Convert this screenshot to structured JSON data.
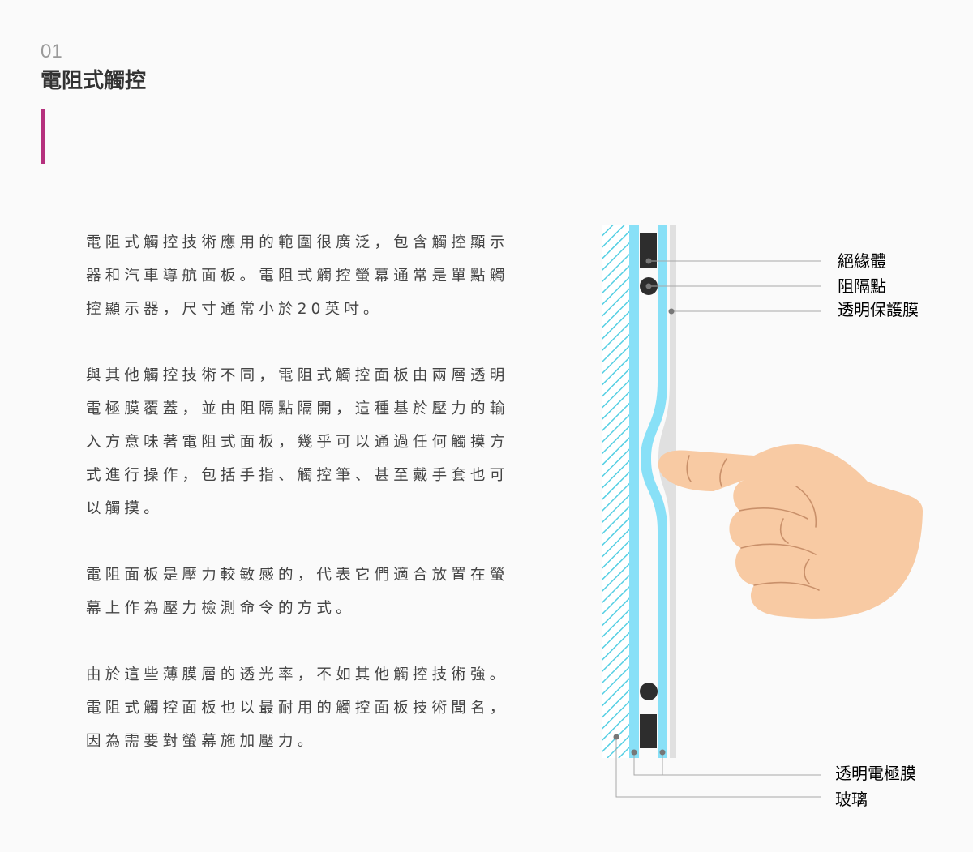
{
  "header": {
    "number": "01",
    "title": "電阻式觸控"
  },
  "paragraphs": [
    "電阻式觸控技術應用的範圍很廣泛，包含觸控顯示器和汽車導航面板。電阻式觸控螢幕通常是單點觸控顯示器，尺寸通常小於20英吋。",
    "與其他觸控技術不同，電阻式觸控面板由兩層透明電極膜覆蓋，並由阻隔點隔開，這種基於壓力的輸入方意味著電阻式面板，幾乎可以通過任何觸摸方式進行操作，包括手指、觸控筆、甚至戴手套也可以觸摸。",
    "電阻面板是壓力較敏感的，代表它們適合放置在螢幕上作為壓力檢測命令的方式。",
    "由於這些薄膜層的透光率，不如其他觸控技術強。電阻式觸控面板也以最耐用的觸控面板技術聞名，因為需要對螢幕施加壓力。"
  ],
  "diagram": {
    "labels": {
      "insulator": "絕緣體",
      "spacer_dot": "阻隔點",
      "protective_film": "透明保護膜",
      "electrode_film": "透明電極膜",
      "glass": "玻璃"
    },
    "colors": {
      "glass_hatch": "#55cfe3",
      "electrode": "#88e0f7",
      "protective": "#e0e0e0",
      "insulator": "#2d2d2d",
      "skin": "#f8caa3",
      "skin_line": "#c9906a",
      "leader": "#a8a8a8",
      "accent": "#b5307d"
    }
  }
}
